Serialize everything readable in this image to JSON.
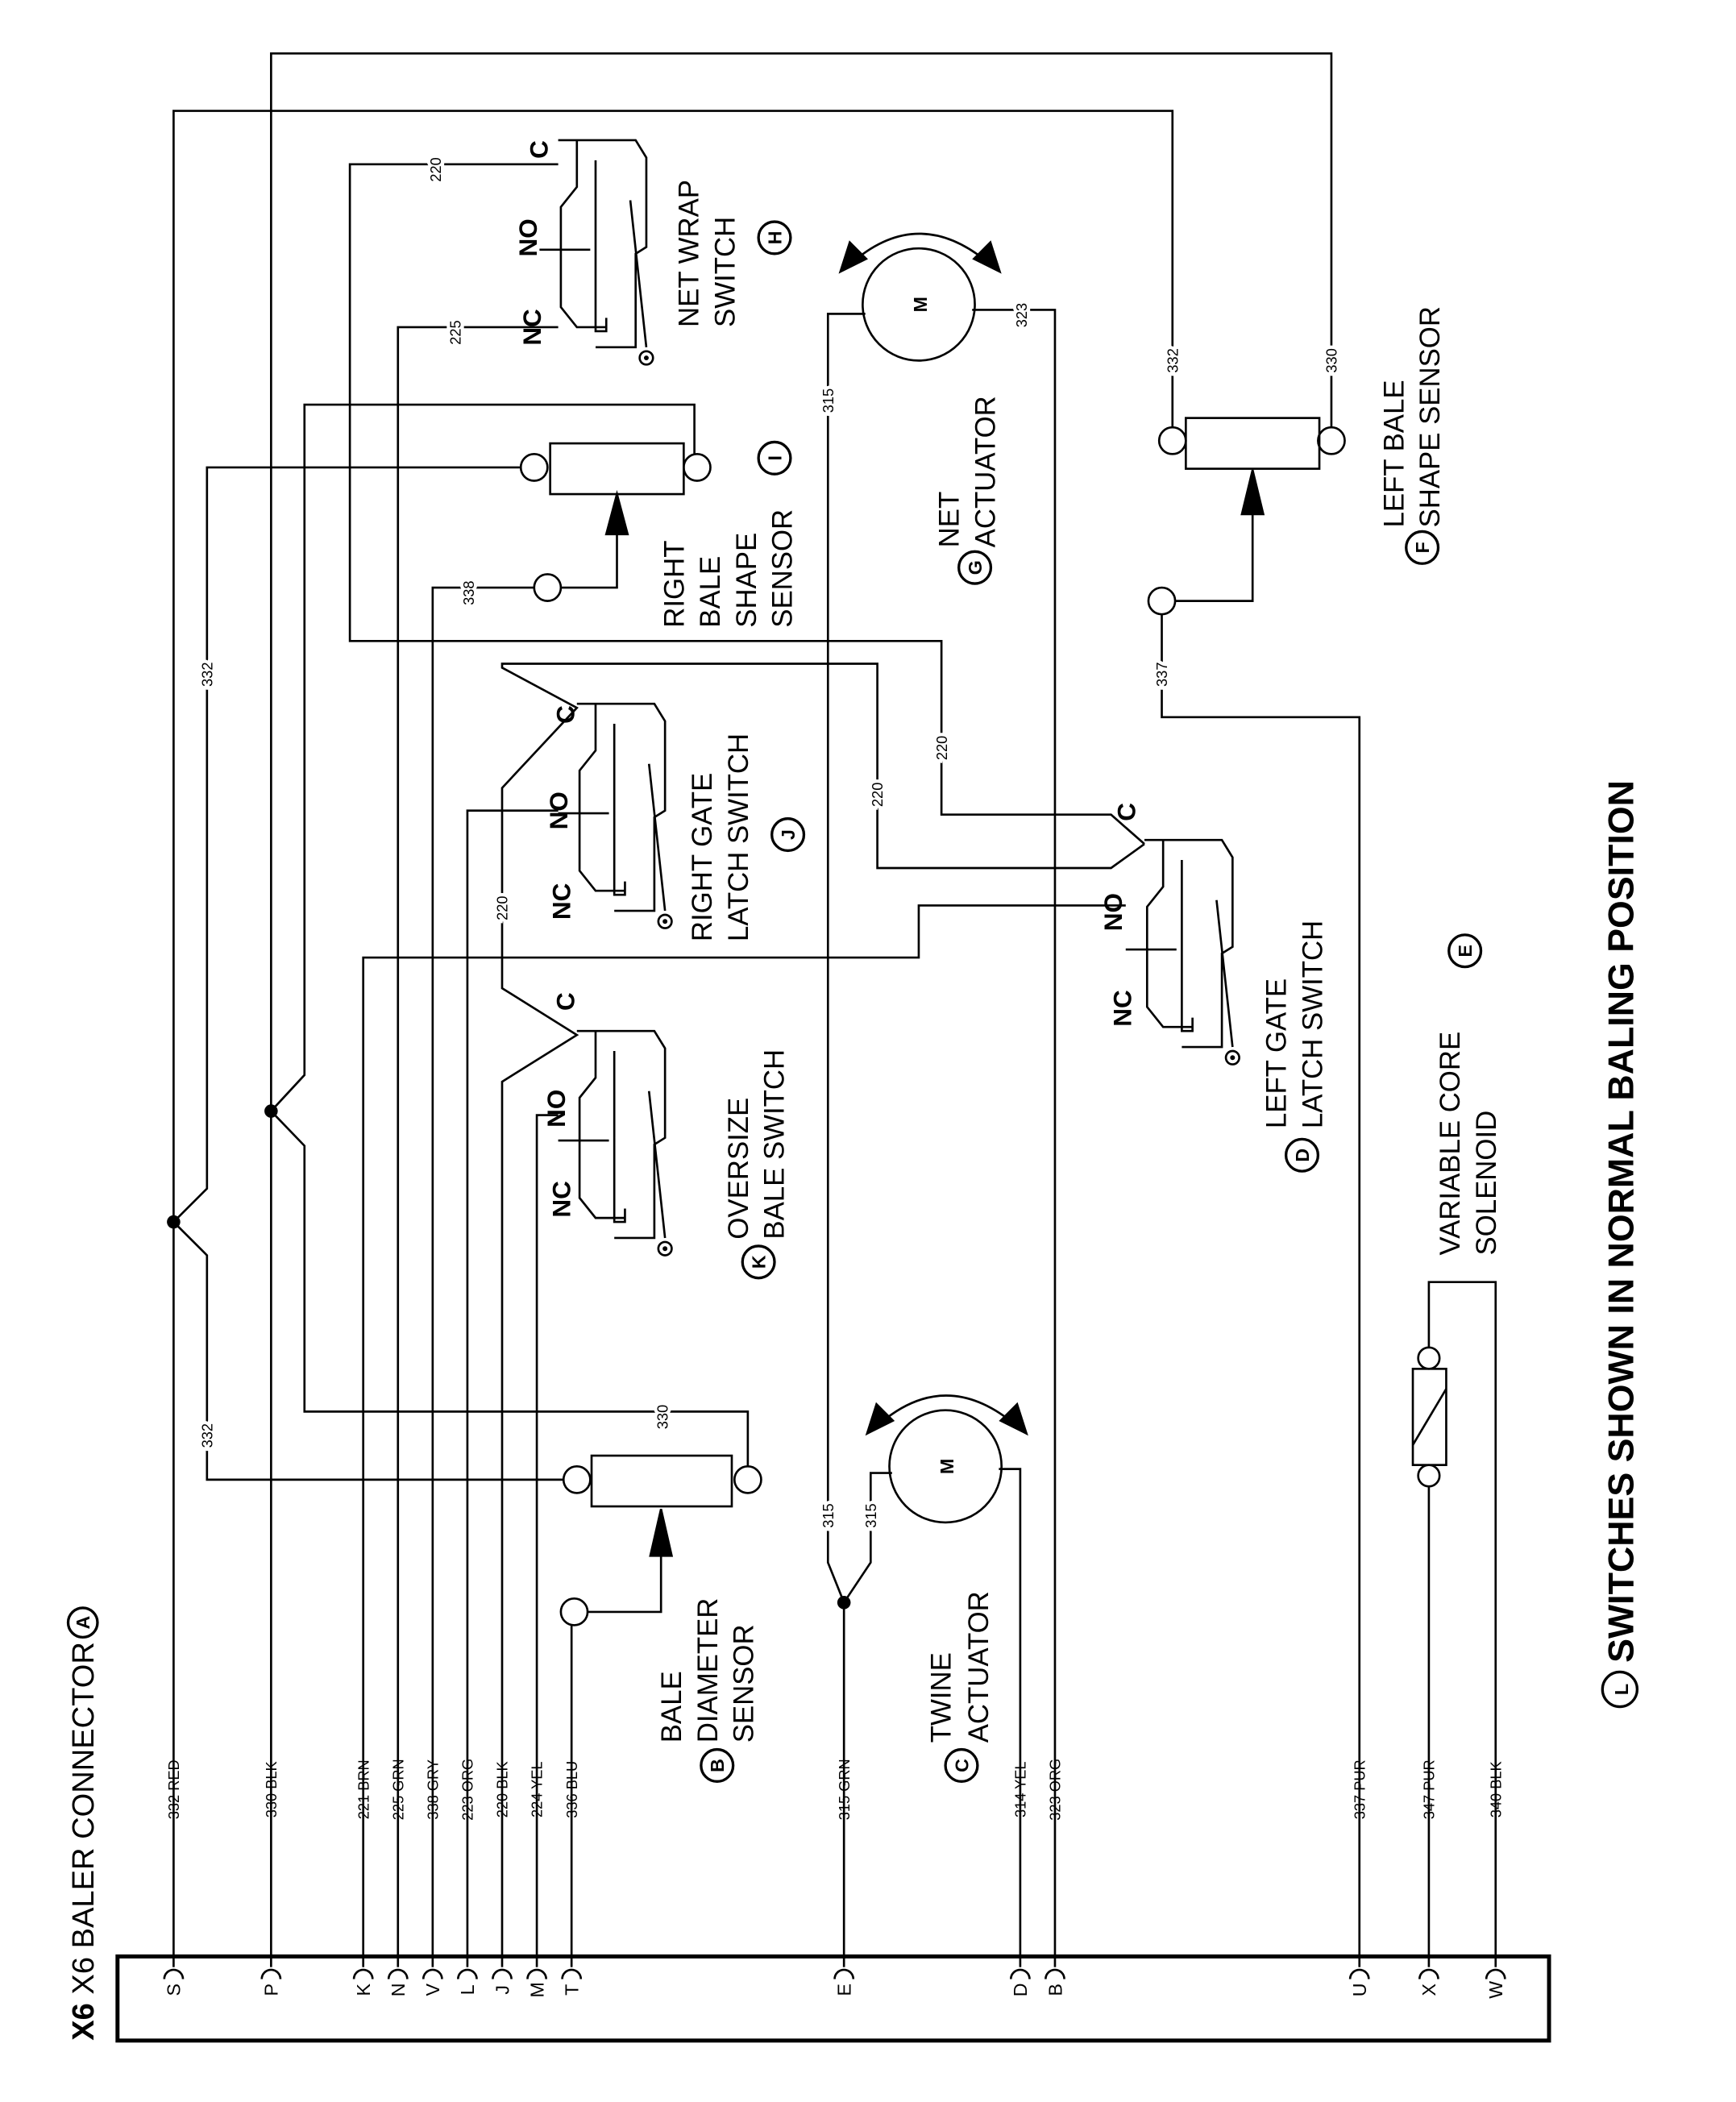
{
  "connector": {
    "title": "X6 BALER CONNECTOR",
    "letter": "A",
    "pins": [
      {
        "pin": "S",
        "wire": "332 RED"
      },
      {
        "pin": "P",
        "wire": "330 BLK"
      },
      {
        "pin": "K",
        "wire": "221 BRN"
      },
      {
        "pin": "N",
        "wire": "225 GRN"
      },
      {
        "pin": "V",
        "wire": "338 GRY"
      },
      {
        "pin": "L",
        "wire": "223 ORG"
      },
      {
        "pin": "J",
        "wire": "220 BLK"
      },
      {
        "pin": "M",
        "wire": "224 YEL"
      },
      {
        "pin": "T",
        "wire": "336 BLU"
      },
      {
        "pin": "E",
        "wire": "315 GRN"
      },
      {
        "pin": "D",
        "wire": "314 YEL"
      },
      {
        "pin": "B",
        "wire": "323 ORG"
      },
      {
        "pin": "U",
        "wire": "337 PUR"
      },
      {
        "pin": "X",
        "wire": "347 PUR"
      },
      {
        "pin": "W",
        "wire": "340 BLK"
      }
    ]
  },
  "components": {
    "bale_diameter_sensor": {
      "letter": "B",
      "lines": [
        "BALE",
        "DIAMETER",
        "SENSOR"
      ]
    },
    "twine_actuator": {
      "letter": "C",
      "lines": [
        "TWINE",
        "ACTUATOR"
      ],
      "motor": "M"
    },
    "left_gate_latch_switch": {
      "letter": "D",
      "lines": [
        "LEFT GATE",
        "LATCH SWITCH"
      ]
    },
    "variable_core_solenoid": {
      "letter": "E",
      "lines": [
        "VARIABLE CORE",
        "SOLENOID"
      ]
    },
    "left_bale_shape_sensor": {
      "letter": "F",
      "lines": [
        "LEFT BALE",
        "SHAPE SENSOR"
      ]
    },
    "net_actuator": {
      "letter": "G",
      "lines": [
        "NET",
        "ACTUATOR"
      ],
      "motor": "M"
    },
    "net_wrap_switch": {
      "letter": "H",
      "lines": [
        "NET WRAP",
        "SWITCH"
      ]
    },
    "right_bale_shape_sensor": {
      "letter": "I",
      "lines": [
        "RIGHT",
        "BALE",
        "SHAPE",
        "SENSOR"
      ]
    },
    "right_gate_latch_switch": {
      "letter": "J",
      "lines": [
        "RIGHT GATE",
        "LATCH SWITCH"
      ]
    },
    "oversize_bale_switch": {
      "letter": "K",
      "lines": [
        "OVERSIZE",
        "BALE SWITCH"
      ]
    }
  },
  "contacts": {
    "c": "C",
    "no": "NO",
    "nc": "NC"
  },
  "wire_labels": [
    "332",
    "332",
    "332",
    "330",
    "330",
    "220",
    "225",
    "338",
    "220",
    "220",
    "220",
    "315",
    "315",
    "315",
    "323",
    "337"
  ],
  "note": {
    "letter": "L",
    "text": "SWITCHES SHOWN IN NORMAL BALING POSITION"
  }
}
